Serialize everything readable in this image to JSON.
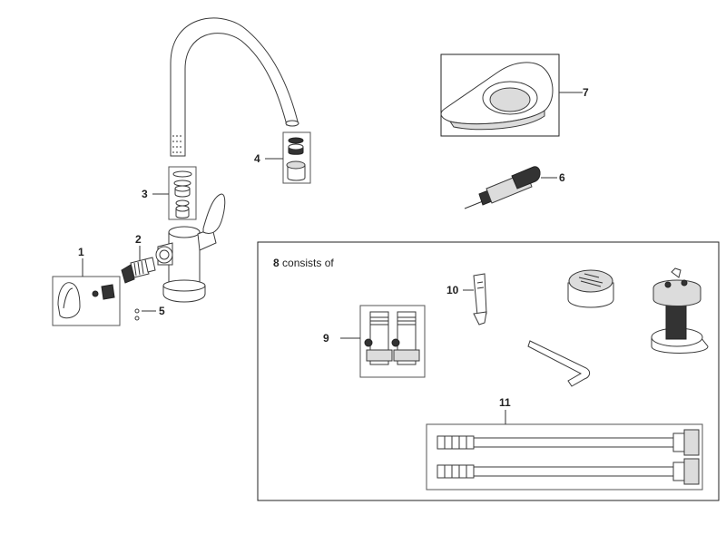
{
  "callouts": {
    "c1": "1",
    "c2": "2",
    "c3": "3",
    "c4": "4",
    "c5": "5",
    "c6": "6",
    "c7": "7",
    "c9": "9",
    "c10": "10",
    "c11": "11"
  },
  "kit_note": {
    "number": "8",
    "text": " consists of"
  }
}
